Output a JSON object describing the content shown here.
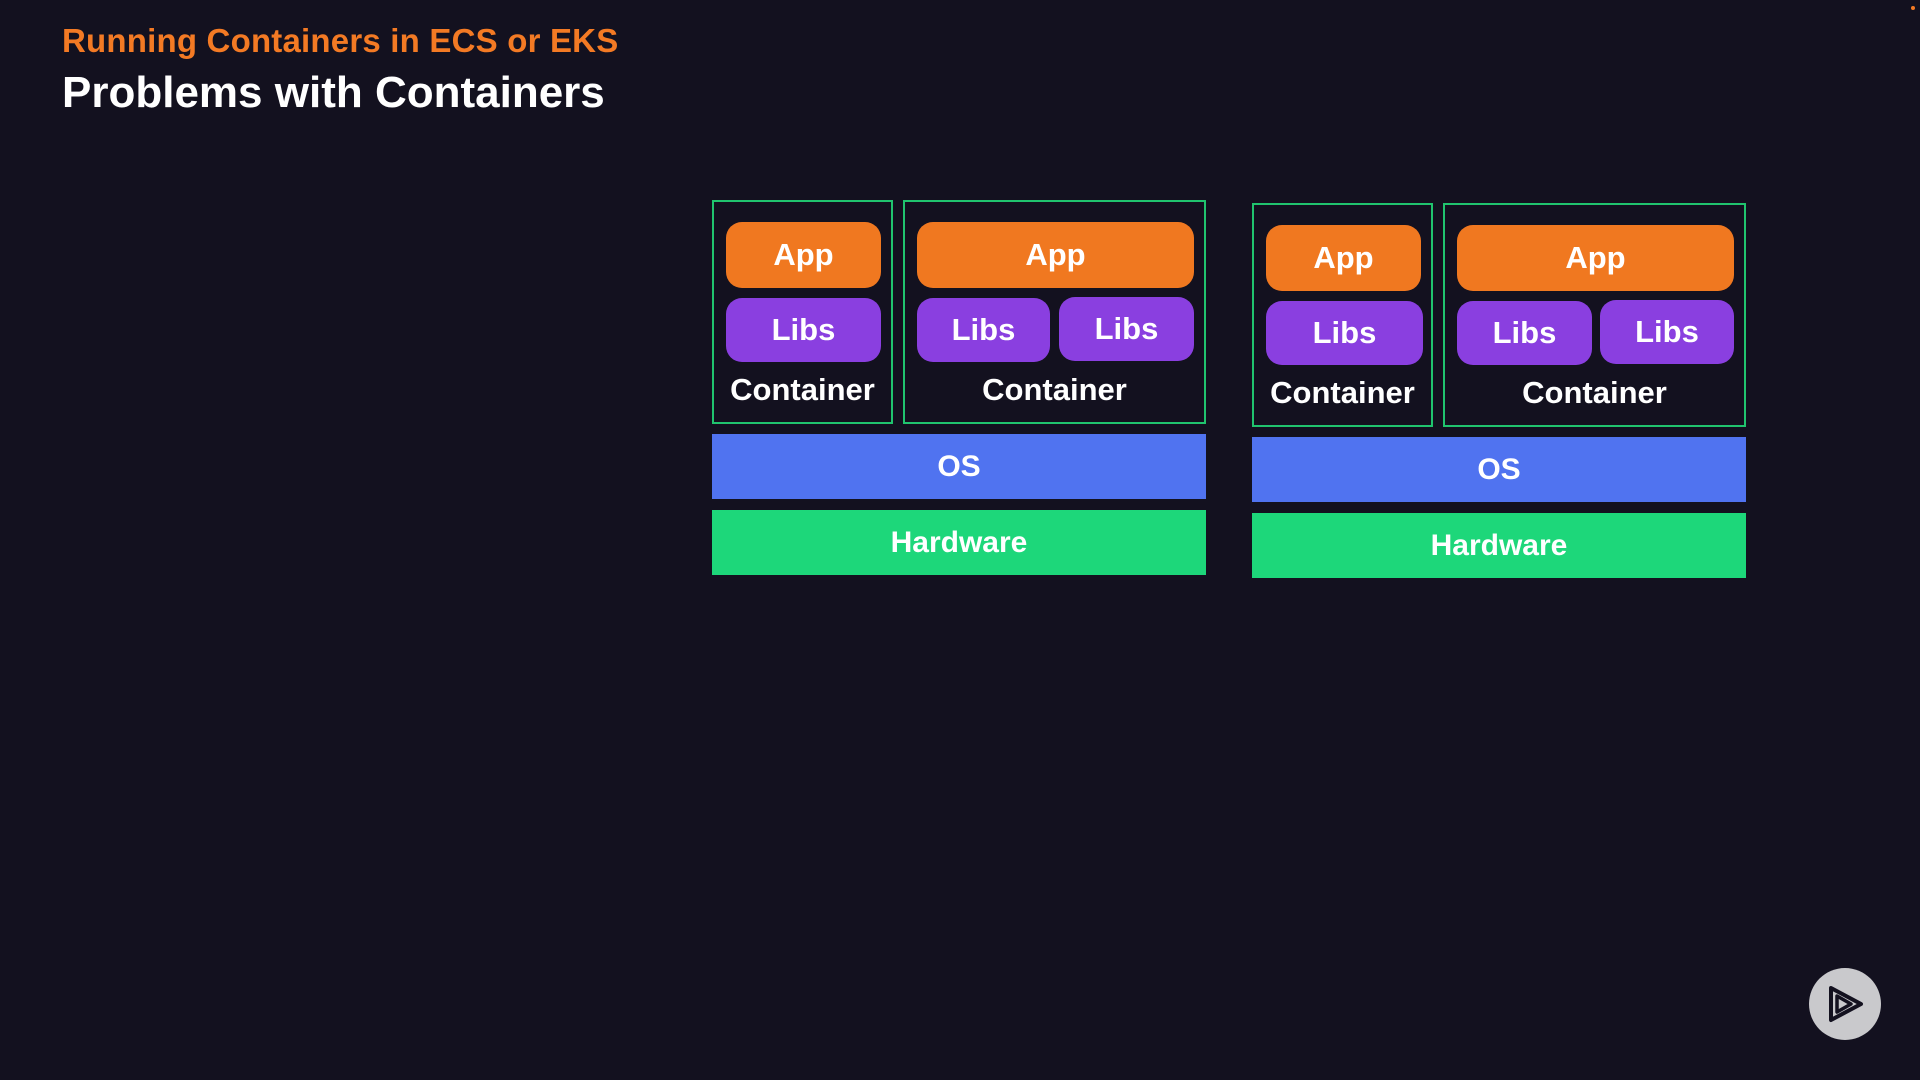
{
  "header": {
    "subtitle": "Running Containers in ECS or EKS",
    "title": "Problems with Containers"
  },
  "hosts": [
    {
      "containers": [
        {
          "app": "App",
          "libs": [
            "Libs"
          ],
          "label": "Container"
        },
        {
          "app": "App",
          "libs": [
            "Libs",
            "Libs"
          ],
          "label": "Container"
        }
      ],
      "os": "OS",
      "hardware": "Hardware"
    },
    {
      "containers": [
        {
          "app": "App",
          "libs": [
            "Libs"
          ],
          "label": "Container"
        },
        {
          "app": "App",
          "libs": [
            "Libs",
            "Libs"
          ],
          "label": "Container"
        }
      ],
      "os": "OS",
      "hardware": "Hardware"
    }
  ],
  "colors": {
    "background": "#13111f",
    "subtitle": "#f37a24",
    "app": "#f07820",
    "libs": "#8a3fe0",
    "container_border": "#20c46e",
    "os": "#5073f0",
    "hardware": "#1dd77a"
  },
  "icons": {
    "player": "play-logo-icon"
  }
}
